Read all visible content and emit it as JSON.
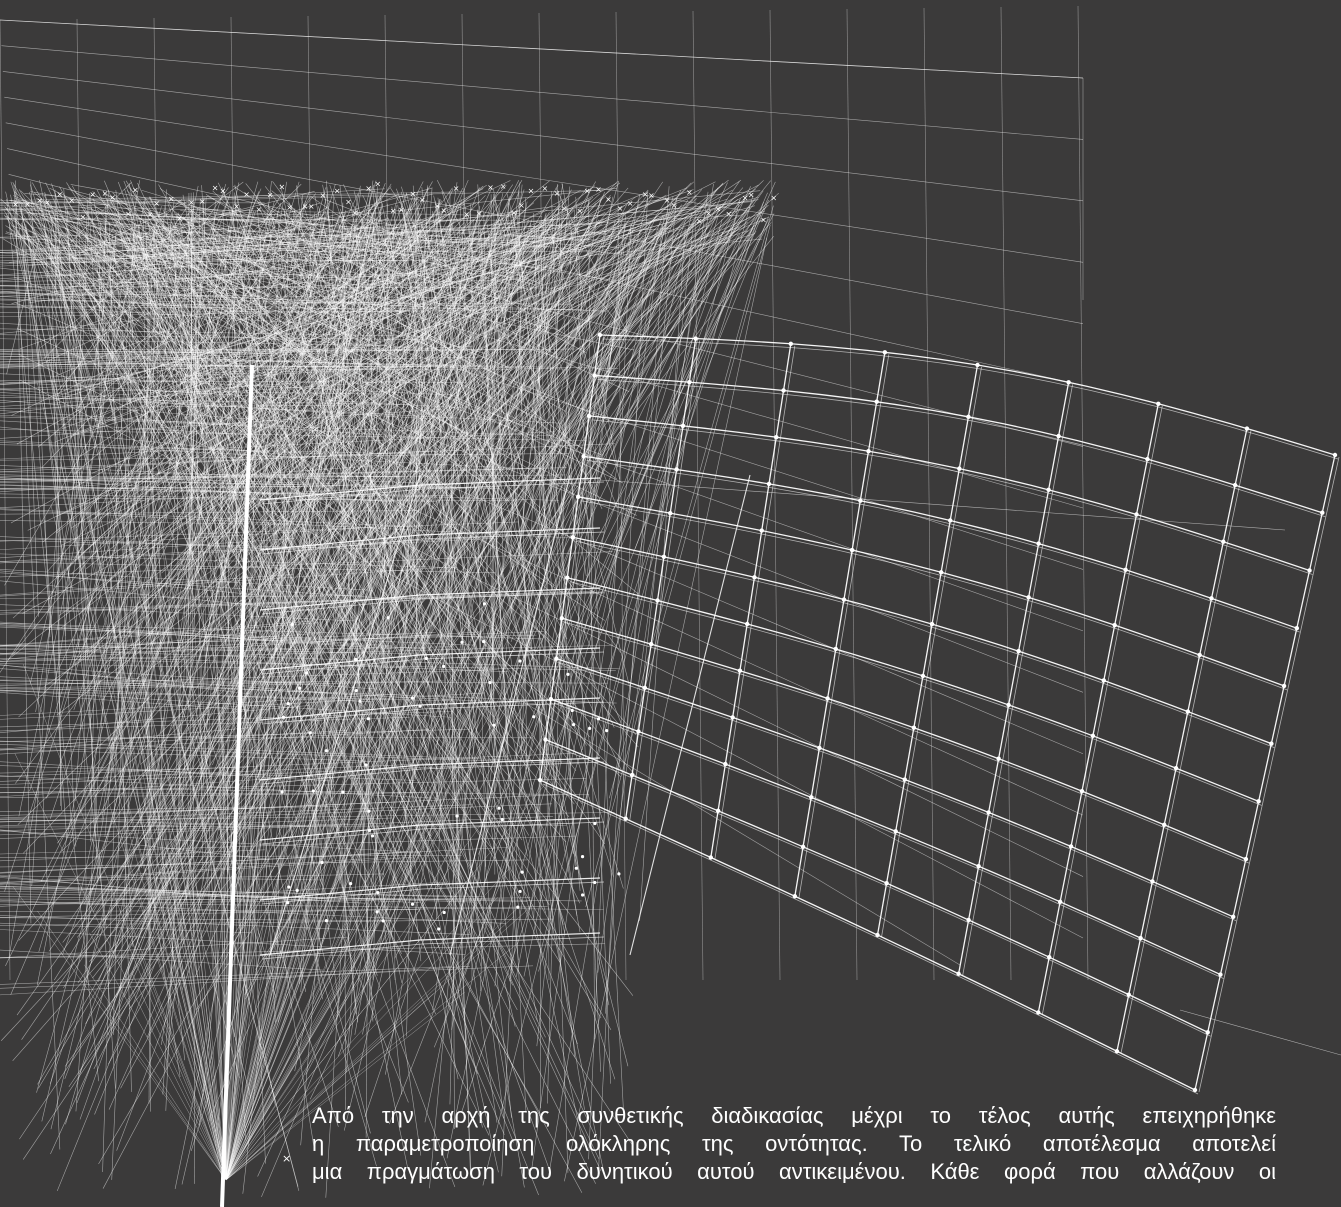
{
  "scene": {
    "background": "#3b3a3a",
    "line_color": "#ffffff",
    "icon": "wireframe-3d-model"
  },
  "caption": {
    "lines": [
      "Από την αρχή της συνθετικής διαδικασίας μέχρι το τέλος αυτής επειχηρήθηκε",
      "η παραμετροποίηση ολόκληρης της οντότητας. Το τελικό αποτέλεσμα αποτελεί",
      "μια πραγμάτωση του δυνητικού αυτού αντικειμένου. Κάθε φορά που αλλάζουν οι"
    ]
  },
  "cursor": {
    "glyph": "×"
  }
}
